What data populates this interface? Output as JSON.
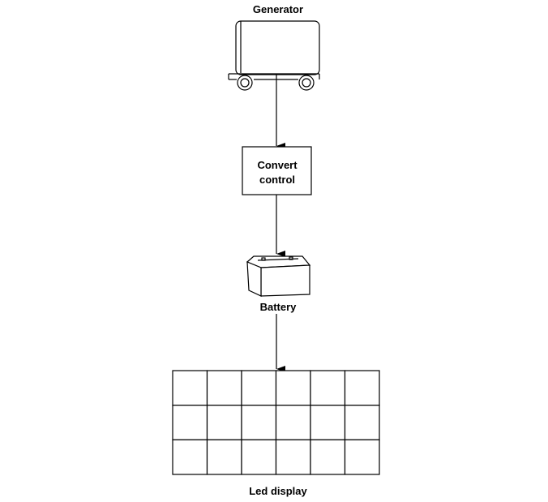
{
  "nodes": {
    "generator": {
      "label": "Generator"
    },
    "convert_control": {
      "line1": "Convert",
      "line2": "control"
    },
    "battery": {
      "label": "Battery"
    },
    "led_display": {
      "label": "Led display",
      "rows": 3,
      "cols": 6
    }
  },
  "colors": {
    "line": "#000000",
    "background": "#ffffff"
  }
}
